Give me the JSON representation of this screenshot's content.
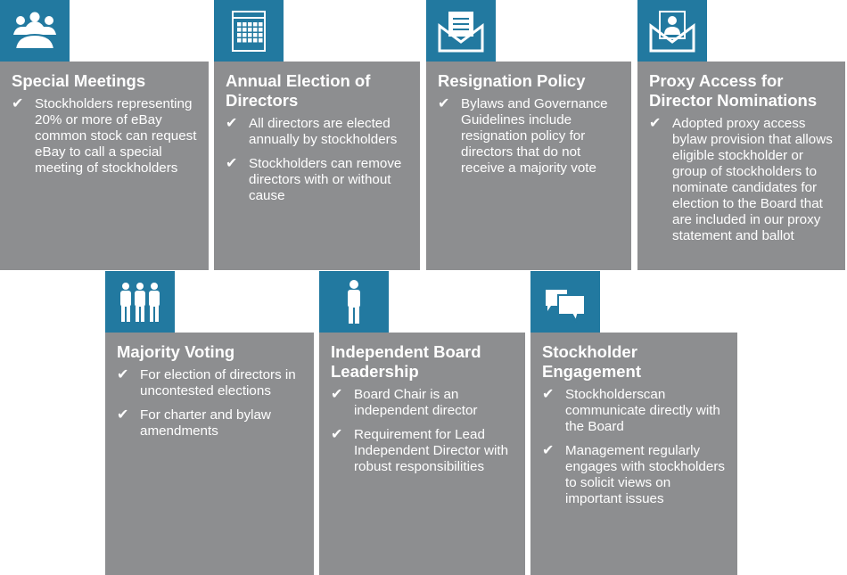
{
  "colors": {
    "accent": "#2279a0",
    "card": "#8d8e90"
  },
  "cards": [
    {
      "icon": "meeting-table-icon",
      "title": "Special Meetings",
      "items": [
        "Stockholders representing 20% or more of eBay common stock can request eBay to call a special meeting of stockholders"
      ]
    },
    {
      "icon": "calendar-icon",
      "title": "Annual Election of Directors",
      "items": [
        "All directors are elected annually by stockholders",
        "Stockholders can remove directors with or without cause"
      ]
    },
    {
      "icon": "envelope-letter-icon",
      "title": "Resignation Policy",
      "items": [
        "Bylaws and Governance Guidelines include resignation policy for directors that do not receive a majority vote"
      ]
    },
    {
      "icon": "envelope-person-icon",
      "title": "Proxy Access for Director Nominations",
      "items": [
        "Adopted proxy access bylaw provision that allows eligible stockholder or group of stockholders to nominate candidates for election to the Board that are included in our proxy statement and ballot"
      ]
    },
    {
      "icon": "group-people-icon",
      "title": "Majority Voting",
      "items": [
        "For election of directors in uncontested elections",
        "For charter and bylaw amendments"
      ]
    },
    {
      "icon": "person-icon",
      "title": "Independent Board Leadership",
      "items": [
        "Board Chair is an independent director",
        "Requirement for Lead Independent Director with robust responsibilities"
      ]
    },
    {
      "icon": "speech-bubbles-icon",
      "title": "Stockholder Engagement",
      "items": [
        "Stockholderscan communicate directly with the Board",
        "Management regularly engages with stockholders to solicit views on important issues"
      ]
    }
  ]
}
